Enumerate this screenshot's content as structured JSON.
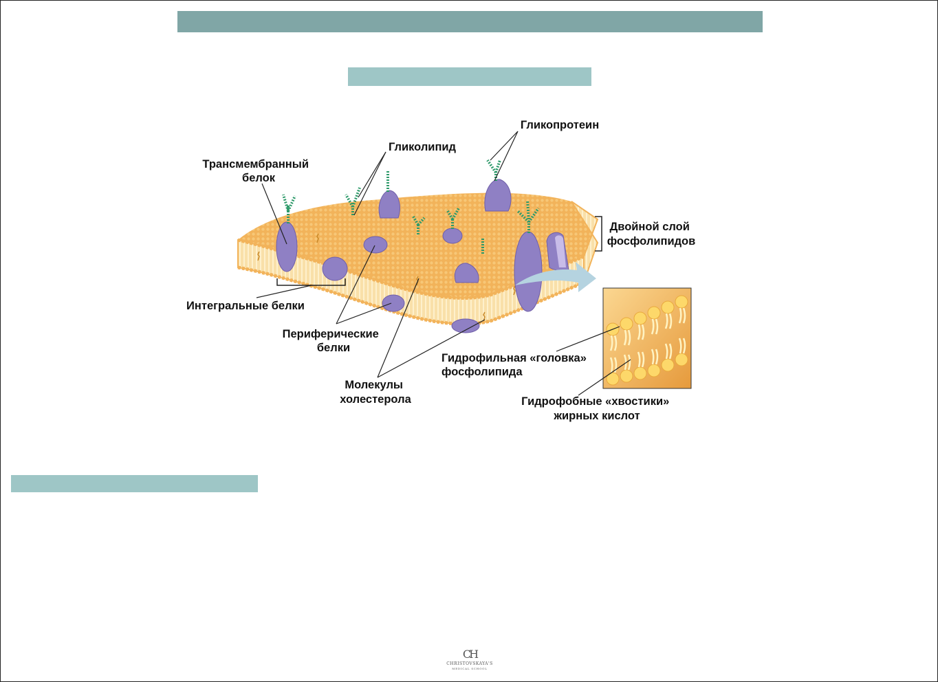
{
  "colors": {
    "header_bar": "#80a6a6",
    "subheader_bar": "#9ec6c6",
    "membrane_surface": "#f2b35a",
    "membrane_core": "#fde2a4",
    "protein": "#8f80c4",
    "carbohydrate_chain": "#2e9a6a",
    "arrow": "#b5d3e0"
  },
  "diagram": {
    "labels": {
      "transmembrane_protein": [
        "Трансмембранный",
        "белок"
      ],
      "glycolipid": "Гликолипид",
      "glycoprotein": "Гликопротеин",
      "bilayer": [
        "Двойной слой",
        "фосфолипидов"
      ],
      "integral_proteins": "Интегральные белки",
      "peripheral_proteins": [
        "Периферические",
        "белки"
      ],
      "cholesterol": [
        "Молекулы",
        "холестерола"
      ],
      "hydrophilic_head": [
        "Гидрофильная «головка»",
        "фосфолипида"
      ],
      "hydrophobic_tails": [
        "Гидрофобные «хвостики»",
        "жирных кислот"
      ]
    }
  },
  "footer": {
    "logo_mark": "CH",
    "logo_name": "CHRISTOVSKAYA'S",
    "logo_sub": "MEDICAL SCHOOL"
  }
}
